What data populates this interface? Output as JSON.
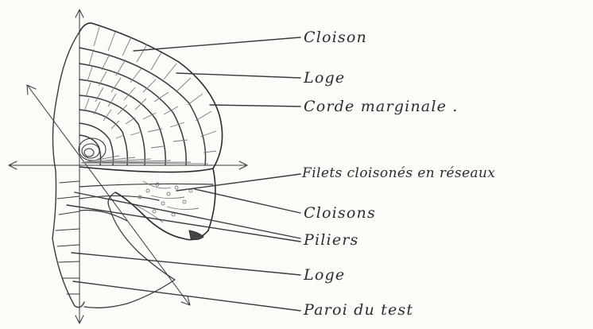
{
  "labels": {
    "cloison": "Cloison",
    "loge_top": "Loge",
    "corde_marginale": "Corde marginale .",
    "filets": "Filets cloisonés en réseaux",
    "cloisons": "Cloisons",
    "piliers": "Piliers",
    "loge_bottom": "Loge",
    "paroi": "Paroi du test"
  }
}
